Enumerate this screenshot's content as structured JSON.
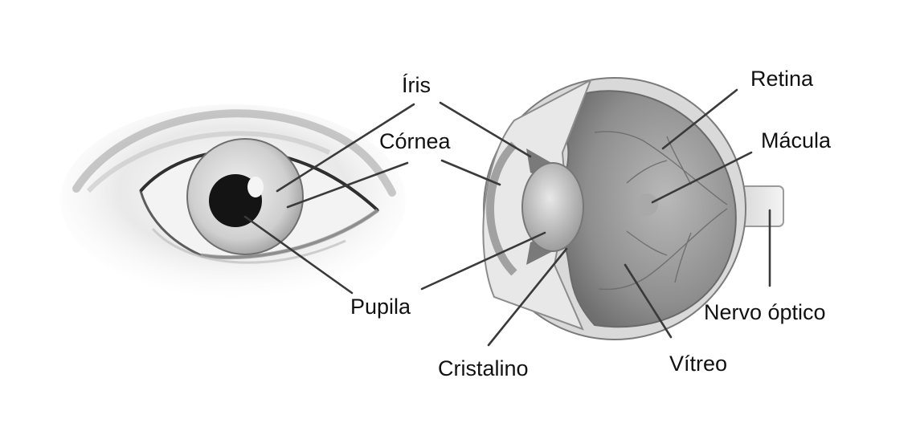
{
  "labels": {
    "iris": "Íris",
    "cornea": "Córnea",
    "pupil": "Pupila",
    "lens": "Cristalino",
    "retina": "Retina",
    "macula": "Mácula",
    "optic_nerve": "Nervo óptico",
    "vitreous": "Vítreo"
  },
  "colors": {
    "line": "#3a3a3a",
    "text": "#111111"
  }
}
